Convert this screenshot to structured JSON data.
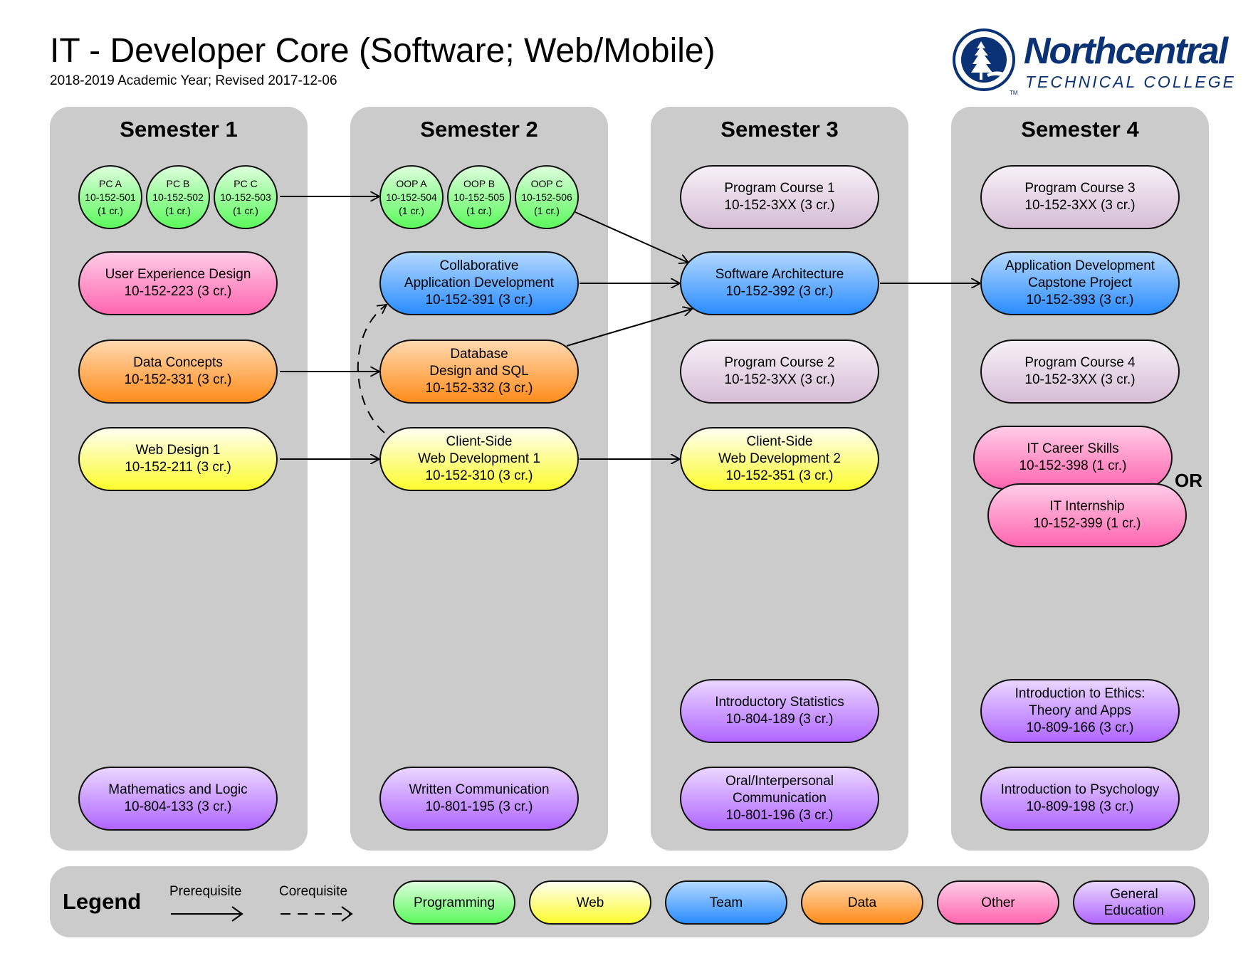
{
  "header": {
    "title": "IT - Developer Core (Software; Web/Mobile)",
    "subtitle": "2018-2019 Academic Year; Revised 2017-12-06"
  },
  "logo": {
    "name": "Northcentral",
    "subname": "TECHNICAL COLLEGE",
    "trademark": "TM",
    "brand_color": "#0a3274"
  },
  "semesters": [
    {
      "title": "Semester 1",
      "small_courses": [
        {
          "name": "PC A",
          "code": "10-152-501",
          "credits": "(1 cr.)"
        },
        {
          "name": "PC B",
          "code": "10-152-502",
          "credits": "(1 cr.)"
        },
        {
          "name": "PC C",
          "code": "10-152-503",
          "credits": "(1 cr.)"
        }
      ],
      "courses": [
        {
          "lines": [
            "User Experience Design",
            "10-152-223 (3 cr.)"
          ],
          "category": "Other"
        },
        {
          "lines": [
            "Data Concepts",
            "10-152-331 (3 cr.)"
          ],
          "category": "Data"
        },
        {
          "lines": [
            "Web Design 1",
            "10-152-211 (3 cr.)"
          ],
          "category": "Web"
        },
        {
          "lines": [
            "Mathematics and Logic",
            "10-804-133 (3 cr.)"
          ],
          "category": "General Education"
        }
      ]
    },
    {
      "title": "Semester 2",
      "small_courses": [
        {
          "name": "OOP A",
          "code": "10-152-504",
          "credits": "(1 cr.)"
        },
        {
          "name": "OOP B",
          "code": "10-152-505",
          "credits": "(1 cr.)"
        },
        {
          "name": "OOP C",
          "code": "10-152-506",
          "credits": "(1 cr.)"
        }
      ],
      "courses": [
        {
          "lines": [
            "Collaborative",
            "Application Development",
            "10-152-391 (3 cr.)"
          ],
          "category": "Team"
        },
        {
          "lines": [
            "Database",
            "Design and SQL",
            "10-152-332 (3 cr.)"
          ],
          "category": "Data"
        },
        {
          "lines": [
            "Client-Side",
            "Web Development 1",
            "10-152-310 (3 cr.)"
          ],
          "category": "Web"
        },
        {
          "lines": [
            "Written Communication",
            "10-801-195 (3 cr.)"
          ],
          "category": "General Education"
        }
      ]
    },
    {
      "title": "Semester 3",
      "courses": [
        {
          "lines": [
            "Program Course 1",
            "10-152-3XX (3 cr.)"
          ],
          "category": "Program"
        },
        {
          "lines": [
            "Software Architecture",
            "10-152-392 (3 cr.)"
          ],
          "category": "Team"
        },
        {
          "lines": [
            "Program Course 2",
            "10-152-3XX (3 cr.)"
          ],
          "category": "Program"
        },
        {
          "lines": [
            "Client-Side",
            "Web Development 2",
            "10-152-351 (3 cr.)"
          ],
          "category": "Web"
        },
        {
          "lines": [
            "Introductory Statistics",
            "10-804-189 (3 cr.)"
          ],
          "category": "General Education"
        },
        {
          "lines": [
            "Oral/Interpersonal",
            "Communication",
            "10-801-196 (3 cr.)"
          ],
          "category": "General Education"
        }
      ]
    },
    {
      "title": "Semester 4",
      "courses": [
        {
          "lines": [
            "Program Course 3",
            "10-152-3XX (3 cr.)"
          ],
          "category": "Program"
        },
        {
          "lines": [
            "Application Development",
            "Capstone Project",
            "10-152-393 (3 cr.)"
          ],
          "category": "Team"
        },
        {
          "lines": [
            "Program Course 4",
            "10-152-3XX (3 cr.)"
          ],
          "category": "Program"
        },
        {
          "lines": [
            "IT Career Skills",
            "10-152-398 (1 cr.)"
          ],
          "category": "Other"
        },
        {
          "lines": [
            "IT Internship",
            "10-152-399 (1 cr.)"
          ],
          "category": "Other"
        },
        {
          "lines": [
            "Introduction to Ethics:",
            "Theory and Apps",
            "10-809-166 (3 cr.)"
          ],
          "category": "General Education"
        },
        {
          "lines": [
            "Introduction to Psychology",
            "10-809-198 (3 cr.)"
          ],
          "category": "General Education"
        }
      ],
      "or_label": "OR"
    }
  ],
  "relationships": [
    {
      "from": "PC A-C (10-152-501..503)",
      "to": "OOP A-C (10-152-504..506)",
      "type": "prerequisite"
    },
    {
      "from": "Data Concepts",
      "to": "Database Design and SQL",
      "type": "prerequisite"
    },
    {
      "from": "Web Design 1",
      "to": "Client-Side Web Development 1",
      "type": "prerequisite"
    },
    {
      "from": "Client-Side Web Development 1",
      "to": "Collaborative Application Development",
      "type": "corequisite"
    },
    {
      "from": "OOP C",
      "to": "Software Architecture",
      "type": "prerequisite"
    },
    {
      "from": "Collaborative Application Development",
      "to": "Software Architecture",
      "type": "prerequisite"
    },
    {
      "from": "Database Design and SQL",
      "to": "Software Architecture",
      "type": "prerequisite"
    },
    {
      "from": "Client-Side Web Development 1",
      "to": "Client-Side Web Development 2",
      "type": "prerequisite"
    },
    {
      "from": "Software Architecture",
      "to": "Application Development Capstone Project",
      "type": "prerequisite"
    }
  ],
  "legend": {
    "title": "Legend",
    "prerequisite": "Prerequisite",
    "corequisite": "Corequisite",
    "categories": [
      {
        "label": "Programming",
        "color": "#5cf85c"
      },
      {
        "label": "Web",
        "color": "#fbfb2e"
      },
      {
        "label": "Team",
        "color": "#2a8cff"
      },
      {
        "label": "Data",
        "color": "#ff8c1a"
      },
      {
        "label": "Other",
        "color": "#ff66b0"
      },
      {
        "label": "General Education",
        "color": "#b066ff"
      }
    ]
  }
}
